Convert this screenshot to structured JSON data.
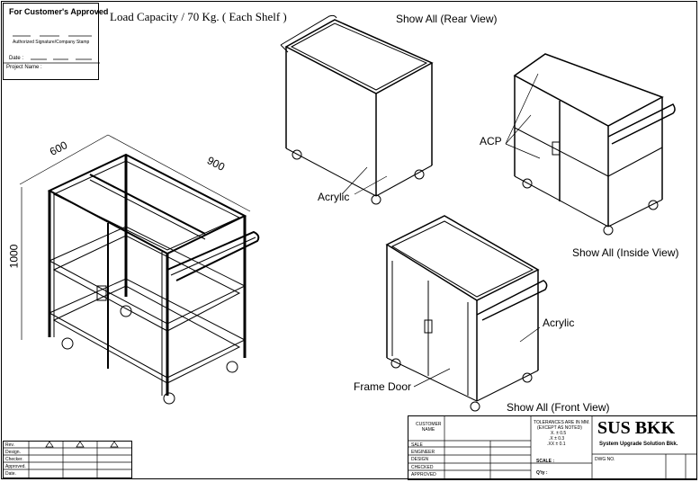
{
  "approval": {
    "title": "For Customer's  Approved",
    "signature_caption": "Authorized Signature/Company Stamp",
    "date_label": "Date :",
    "project_label": "Project Name :"
  },
  "load_capacity": "Load Capacity / 70 Kg. ( Each Shelf )",
  "views": {
    "rear": "Show All (Rear View)",
    "inside": "Show All (Inside View)",
    "front": "Show All (Front View)"
  },
  "callouts": {
    "acrylic_rear": "Acrylic",
    "acp": "ACP",
    "acrylic_front": "Acrylic",
    "frame_door": "Frame Door"
  },
  "dimensions": {
    "depth": "600",
    "width": "900",
    "height": "1000"
  },
  "revision_table": {
    "rows": [
      "Rev.",
      "Design.",
      "Checker.",
      "Approved.",
      "Date."
    ]
  },
  "title_block": {
    "customer_name": "CUSTOMER NAME",
    "tolerances_title": "TOLERANCES ARE IN MM.",
    "tolerances_sub": "(EXCEPT AS NOTED)",
    "tol_x": "X.  ±  0.5",
    "tol_xx": ".X  ±  0.3",
    "tol_xxx": ".XX  ±  0.1",
    "company": "SUS BKK",
    "company_sub": "System Upgrade Solution Bkk.",
    "roles": [
      "SALE",
      "ENGINEER",
      "DESIGN",
      "CHECKED",
      "APPROVED"
    ],
    "scale_label": "SCALE :",
    "qty_label": "Q'ty :",
    "dwg_label": "DWG NO."
  }
}
